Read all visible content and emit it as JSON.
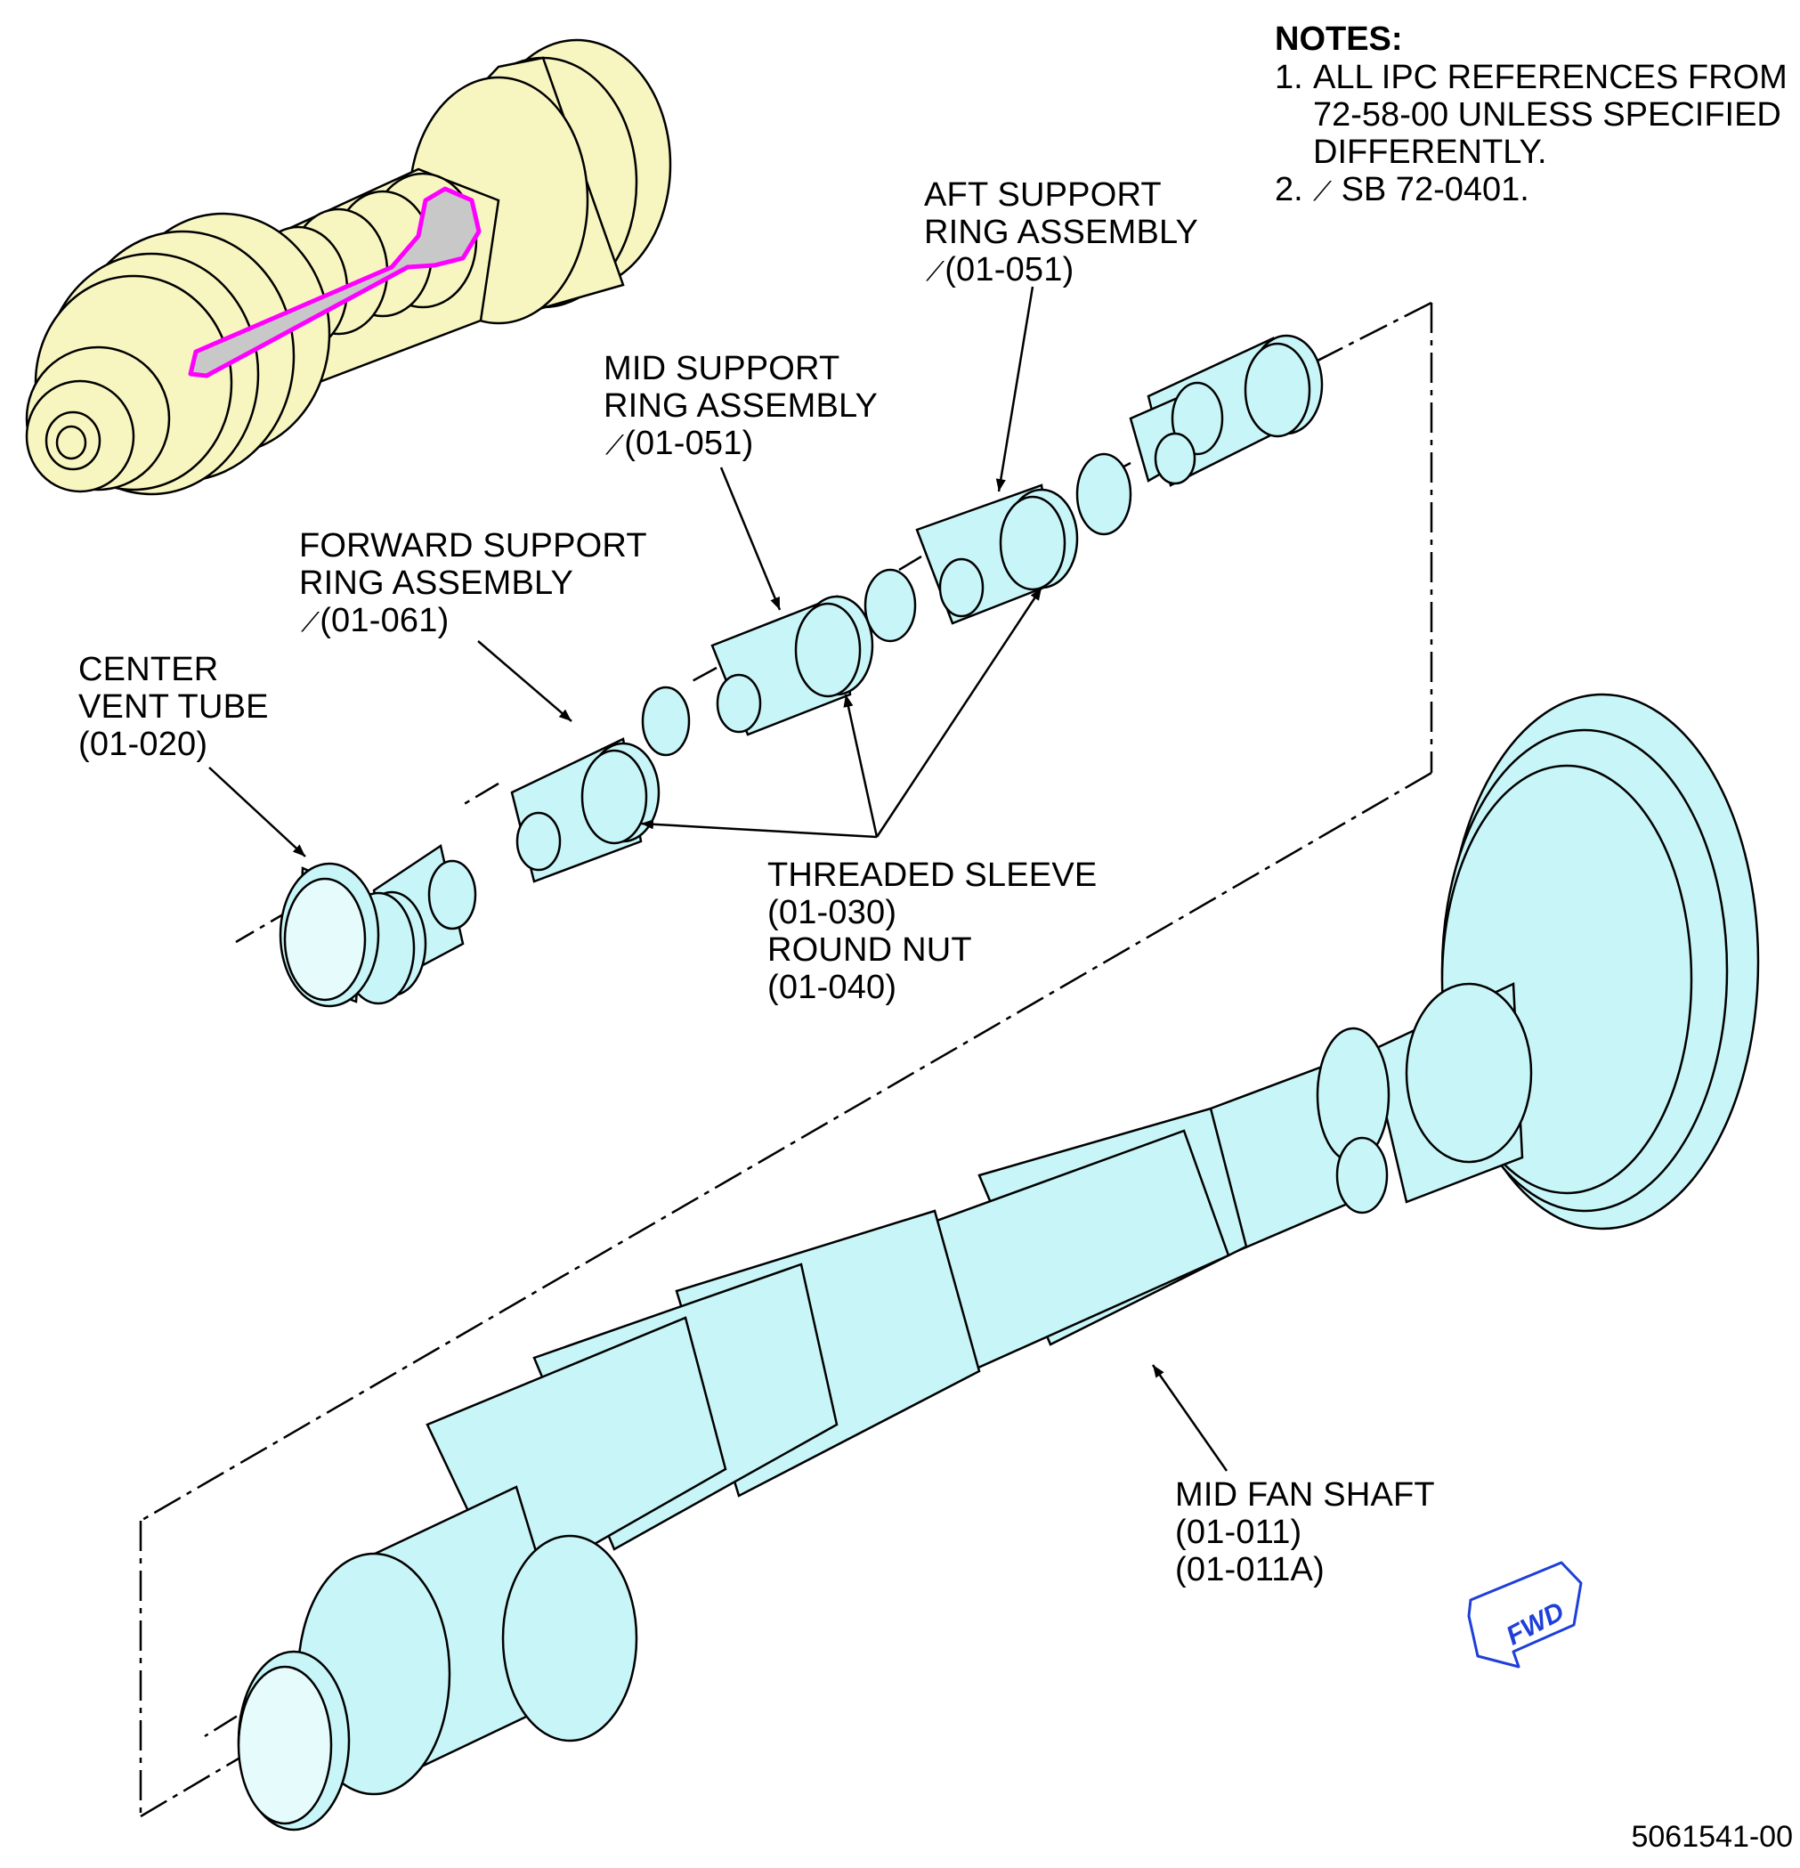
{
  "notes": {
    "title": "NOTES:",
    "items": [
      {
        "num": "1.",
        "lines": [
          "ALL IPC REFERENCES FROM",
          "72-58-00 UNLESS SPECIFIED",
          "DIFFERENTLY."
        ]
      },
      {
        "num": "2.",
        "text": "SB 72-0401."
      }
    ]
  },
  "callouts": {
    "aft_support": {
      "line1": "AFT SUPPORT",
      "line2": "RING ASSEMBLY",
      "ref": "(01-051)"
    },
    "mid_support": {
      "line1": "MID SUPPORT",
      "line2": "RING ASSEMBLY",
      "ref": "(01-051)"
    },
    "forward_support": {
      "line1": "FORWARD SUPPORT",
      "line2": "RING ASSEMBLY",
      "ref": "(01-061)"
    },
    "center_vent_tube": {
      "line1": "CENTER",
      "line2": "VENT TUBE",
      "ref": "(01-020)"
    },
    "threaded_sleeve": {
      "line1": "THREADED SLEEVE",
      "ref1": "(01-030)",
      "line2": "ROUND NUT",
      "ref2": "(01-040)"
    },
    "mid_fan_shaft": {
      "line1": "MID FAN SHAFT",
      "ref1": "(01-011)",
      "ref2": "(01-011A)"
    }
  },
  "fwd_label": "FWD",
  "drawing_number": "5061541-00",
  "colors": {
    "part_fill": "#c8f6f8",
    "context_fill": "#f8f6c0",
    "highlight": "#ff00ff",
    "highlight_fill": "#c8c8c8",
    "fwd_blue": "#1f3fd8"
  }
}
